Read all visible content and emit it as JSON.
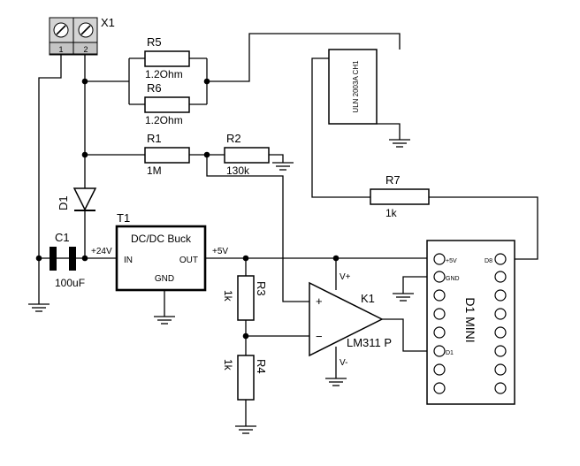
{
  "connector": {
    "ref": "X1",
    "pin_labels": [
      "1",
      "2"
    ]
  },
  "resistors": [
    {
      "ref": "R5",
      "value": "1.2Ohm"
    },
    {
      "ref": "R6",
      "value": "1.2Ohm"
    },
    {
      "ref": "R1",
      "value": "1M"
    },
    {
      "ref": "R2",
      "value": "130k"
    },
    {
      "ref": "R7",
      "value": "1k"
    },
    {
      "ref": "R3",
      "value": "1k"
    },
    {
      "ref": "R4",
      "value": "1k"
    }
  ],
  "capacitor": {
    "ref": "C1",
    "value": "100uF"
  },
  "diode": {
    "ref": "D1"
  },
  "converter": {
    "ref": "T1",
    "title": "DC/DC Buck",
    "pin_in": "IN",
    "pin_out": "OUT",
    "pin_gnd": "GND"
  },
  "comparator": {
    "ref": "K1",
    "part": "LM311 P",
    "plus": "+",
    "minus": "−",
    "vplus": "V+",
    "vminus": "V-"
  },
  "driver": {
    "label": "ULN 2003A CH1"
  },
  "mcu": {
    "title": "D1 MINI",
    "pin_5v": "+5V",
    "pin_gnd": "GND",
    "pin_d1": "D1",
    "pin_d8": "D8"
  },
  "net_labels": {
    "v24": "+24V",
    "v5": "+5V"
  }
}
